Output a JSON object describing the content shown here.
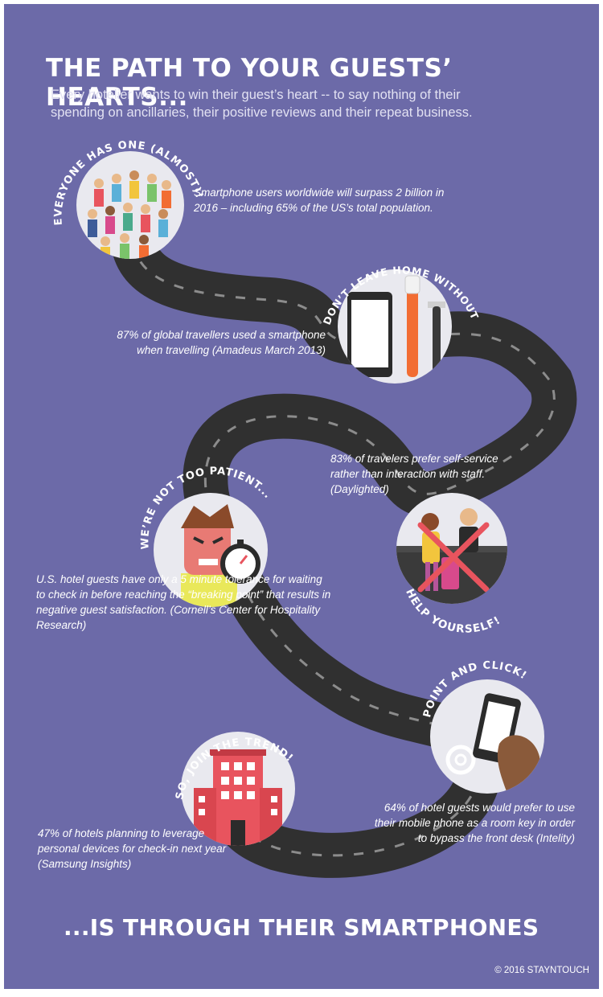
{
  "title": "THE PATH TO YOUR GUESTS’ HEARTS...",
  "intro": "Every hotelier wants to win their guest’s heart -- to say nothing of their spending on ancillaries, their positive reviews and their repeat business.",
  "sections": [
    {
      "heading": "EVERYONE HAS ONE (ALMOST)!",
      "text": "Smartphone users worldwide will surpass 2 billion in 2016 – including 65% of the US’s total population.",
      "icon": "crowd-icon"
    },
    {
      "heading": "DON’T LEAVE HOME WITHOUT IT!",
      "text": "87% of global travellers used a smartphone when travelling (Amadeus March 2013)",
      "icon": "phone-toothbrush-razor-icon"
    },
    {
      "heading": "HELP YOURSELF!",
      "text": "83% of travelers prefer self-service rather than interaction with staff. (Daylighted)",
      "icon": "front-desk-crossed-icon"
    },
    {
      "heading": "WE’RE NOT TOO PATIENT...",
      "text": "U.S. hotel guests have only a 5 minute tolerance for waiting to check in before reaching the “breaking point” that results in negative guest satisfaction. (Cornell’s Center for Hospitality Research)",
      "icon": "angry-man-stopwatch-icon"
    },
    {
      "heading": "POINT AND CLICK!",
      "text": "64% of hotel guests would prefer to use their mobile phone as a room key in order to bypass the front desk (Intelity)",
      "icon": "phone-key-icon"
    },
    {
      "heading": "SO, JOIN THE TREND!",
      "text": "47% of hotels planning to leverage personal devices for check-in next year (Samsung Insights)",
      "icon": "hotel-building-icon"
    }
  ],
  "footer": "...IS THROUGH THEIR SMARTPHONES",
  "copyright": "© 2016 STAYNTOUCH",
  "colors": {
    "background": "#6c6aa8",
    "road": "#303030",
    "road_dash": "#8c8c8c",
    "accent_red": "#e8545e",
    "accent_orange": "#f26d33"
  }
}
